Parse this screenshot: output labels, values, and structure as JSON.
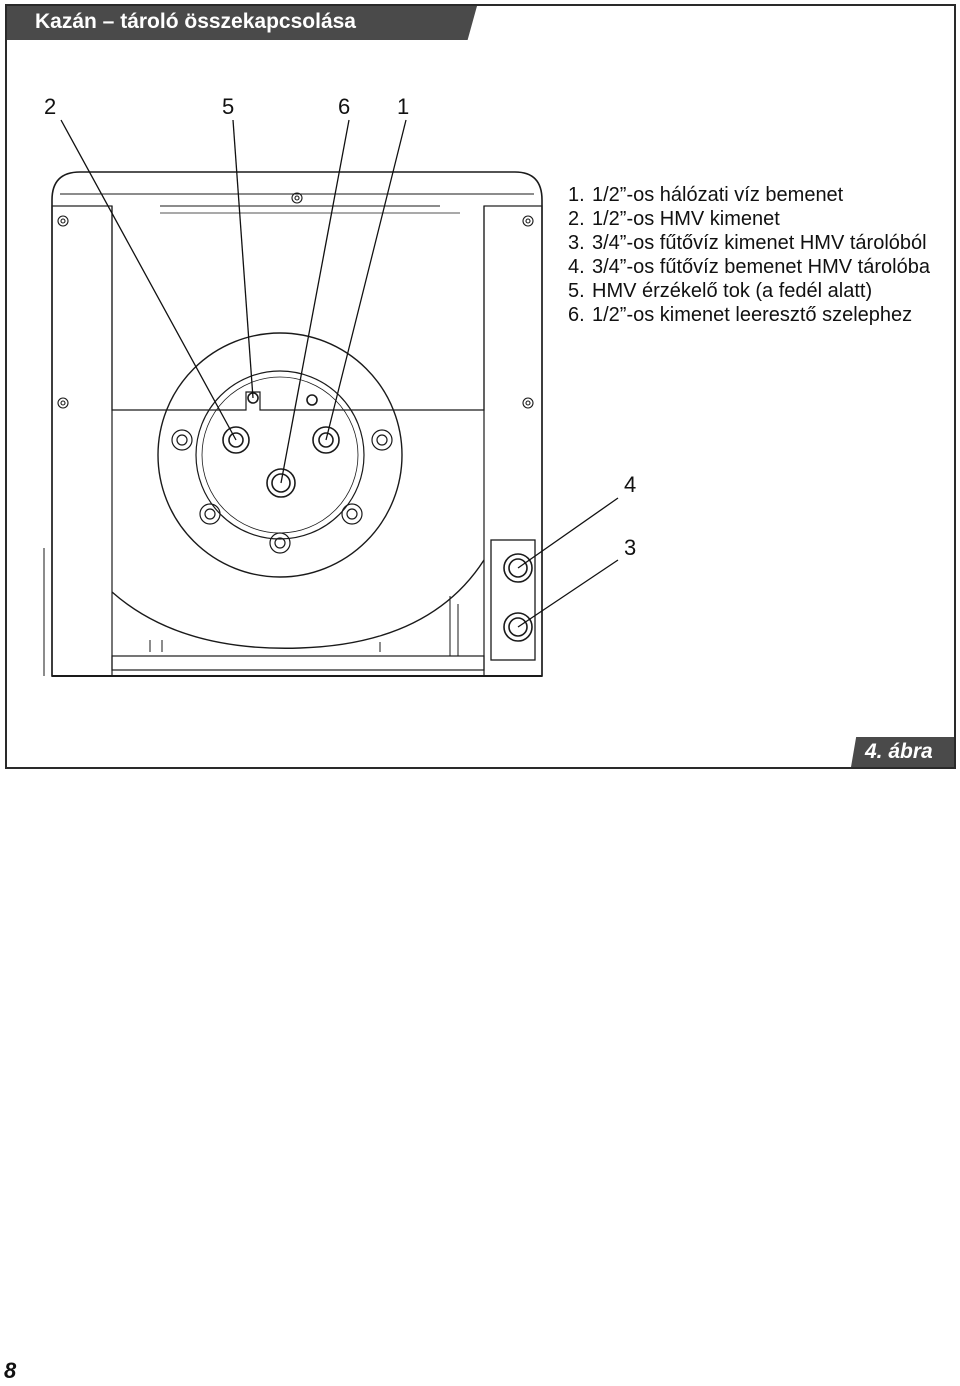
{
  "header": {
    "title": "Kazán – tároló összekapcsolása"
  },
  "figure": {
    "label": "4. ábra"
  },
  "callouts": {
    "c2": "2",
    "c5": "5",
    "c6": "6",
    "c1": "1",
    "c4": "4",
    "c3": "3"
  },
  "legend": {
    "items": [
      {
        "num": "1.",
        "text": "1/2”-os hálózati víz bemenet"
      },
      {
        "num": "2.",
        "text": "1/2”-os HMV kimenet"
      },
      {
        "num": "3.",
        "text": "3/4”-os fűtővíz kimenet HMV tárolóból"
      },
      {
        "num": "4.",
        "text": "3/4”-os fűtővíz bemenet HMV tárolóba"
      },
      {
        "num": "5.",
        "text": "HMV érzékelő tok (a fedél alatt)"
      },
      {
        "num": "6.",
        "text": "1/2”-os kimenet leeresztő szelephez"
      }
    ]
  },
  "footer": {
    "page_number": "8"
  }
}
